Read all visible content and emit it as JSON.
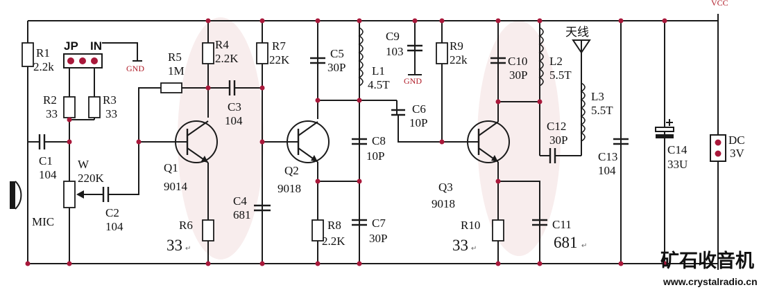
{
  "power": {
    "vcc": "VCC",
    "gnd": "GND",
    "gnd2": "GND"
  },
  "jumper": {
    "jp": "JP",
    "in": "IN"
  },
  "resistors": {
    "r1": {
      "name": "R1",
      "value": "2.2k"
    },
    "r2": {
      "name": "R2",
      "value": "33"
    },
    "r3": {
      "name": "R3",
      "value": "33"
    },
    "r4": {
      "name": "R4",
      "value": "2.2K"
    },
    "r5": {
      "name": "R5",
      "value": "1M"
    },
    "r6": {
      "name": "R6",
      "value": "33"
    },
    "r7": {
      "name": "R7",
      "value": "22K"
    },
    "r8": {
      "name": "R8",
      "value": "2.2K"
    },
    "r9": {
      "name": "R9",
      "value": "22k"
    },
    "r10": {
      "name": "R10",
      "value": "33"
    }
  },
  "capacitors": {
    "c1": {
      "name": "C1",
      "value": "104"
    },
    "c2": {
      "name": "C2",
      "value": "104"
    },
    "c3": {
      "name": "C3",
      "value": "104"
    },
    "c4": {
      "name": "C4",
      "value": "681"
    },
    "c5": {
      "name": "C5",
      "value": "30P"
    },
    "c6": {
      "name": "C6",
      "value": "10P"
    },
    "c7": {
      "name": "C7",
      "value": "30P"
    },
    "c8": {
      "name": "C8",
      "value": "10P"
    },
    "c9": {
      "name": "C9",
      "value": "103"
    },
    "c10": {
      "name": "C10",
      "value": "30P"
    },
    "c11": {
      "name": "C11",
      "value": "681"
    },
    "c12": {
      "name": "C12",
      "value": "30P"
    },
    "c13": {
      "name": "C13",
      "value": "104"
    },
    "c14": {
      "name": "C14",
      "value": "33U"
    }
  },
  "inductors": {
    "l1": {
      "name": "L1",
      "value": "4.5T"
    },
    "l2": {
      "name": "L2",
      "value": "5.5T"
    },
    "l3": {
      "name": "L3",
      "value": "5.5T"
    }
  },
  "transistors": {
    "q1": {
      "name": "Q1",
      "part": "9014"
    },
    "q2": {
      "name": "Q2",
      "part": "9018"
    },
    "q3": {
      "name": "Q3",
      "part": "9018"
    }
  },
  "pot": {
    "name": "W",
    "value": "220K"
  },
  "mic": "MIC",
  "antenna": "天线",
  "dc": {
    "label": "DC",
    "volt": "3V"
  },
  "return_mark": "↵",
  "brand": {
    "name": "矿石收音机",
    "url": "www.crystalradio.cn"
  }
}
